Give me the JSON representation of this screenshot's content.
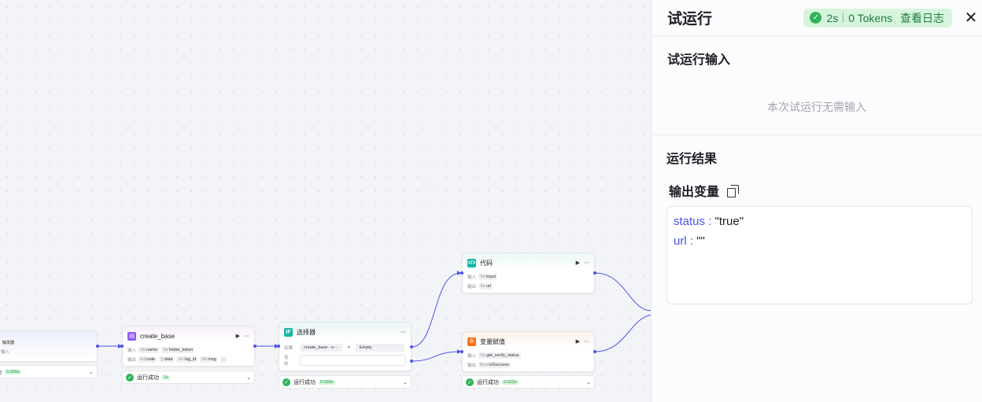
{
  "canvas": {
    "start_node": {
      "tag": "触发器",
      "input_label": "输入",
      "status_text": "功",
      "status_time": "0.000s"
    },
    "create_base": {
      "title": "create_base",
      "input_label": "输入",
      "output_label": "输出",
      "inputs": [
        {
          "type": "Str",
          "name": "name"
        },
        {
          "type": "Str",
          "name": "folder_token"
        }
      ],
      "outputs": [
        {
          "type": "Int",
          "name": "code"
        },
        {
          "type": "{}",
          "name": "data"
        },
        {
          "type": "Str",
          "name": "log_id"
        },
        {
          "type": "Str",
          "name": "msg"
        }
      ],
      "more": "...",
      "status_text": "运行成功",
      "status_time": "1s"
    },
    "selector": {
      "title": "选择器",
      "if_label": "如果",
      "else_label": "否则",
      "condition_left": "create_base - e···",
      "condition_op": "=",
      "condition_right": "Empty",
      "status_text": "运行成功",
      "status_time": "0.000s"
    },
    "code": {
      "title": "代码",
      "input_label": "输入",
      "output_label": "输出",
      "input": {
        "type": "Str",
        "name": "input"
      },
      "output": {
        "type": "Str",
        "name": "url"
      }
    },
    "var_assign": {
      "title": "变量赋值",
      "input_label": "输入",
      "output_label": "输出",
      "input": {
        "type": "Str",
        "name": "get_verify_status"
      },
      "output": {
        "type": "Bool",
        "name": "isSuccess"
      },
      "status_text": "运行成功",
      "status_time": "0.022s"
    }
  },
  "panel": {
    "title": "试运行",
    "badge": {
      "duration": "2s",
      "tokens": "0 Tokens",
      "log_link": "查看日志"
    },
    "close_icon": "close-icon",
    "input_section": {
      "title": "试运行输入",
      "empty_note": "本次试运行无需输入"
    },
    "result_section": {
      "title": "运行结果",
      "output_label": "输出变量",
      "lines": [
        {
          "key": "status",
          "sep": " : ",
          "value": "\"true\""
        },
        {
          "key": "url",
          "sep": " : ",
          "value": "\"\""
        }
      ]
    }
  },
  "colors": {
    "accent": "#4d53e8",
    "success": "#2fb35a",
    "success_bg": "#d6f5dc"
  }
}
